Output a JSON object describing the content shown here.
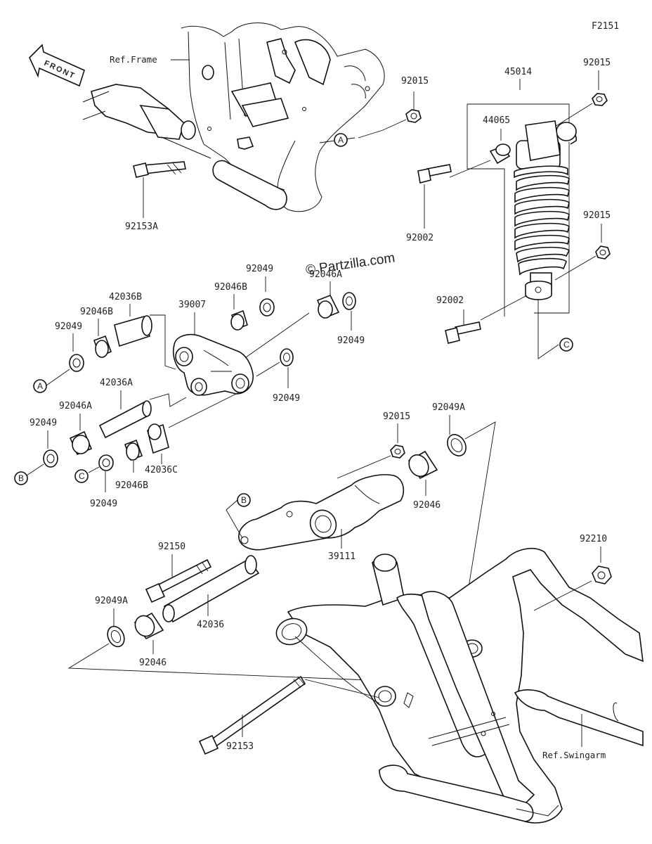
{
  "diagram": {
    "figure_code": "F2151",
    "watermark": "© Partzilla.com",
    "front_label": "FRONT",
    "refs": {
      "frame": "Ref.Frame",
      "swingarm": "Ref.Swingarm"
    },
    "circle_markers": [
      "A",
      "B",
      "C"
    ],
    "part_labels": {
      "p92015_top": "92015",
      "p45014": "45014",
      "p92015_tr": "92015",
      "p44065": "44065",
      "p92153A": "92153A",
      "p92002_a": "92002",
      "p92015_mr": "92015",
      "p92002_b": "92002",
      "p92049_top": "92049",
      "p92046A_top": "92046A",
      "p42036B": "42036B",
      "p92046B_top": "92046B",
      "p39007": "39007",
      "p92046B_l": "92046B",
      "p92049_l": "92049",
      "p92049_r": "92049",
      "p92049_mid": "92049",
      "p42036A": "42036A",
      "p92046A_l": "92046A",
      "p92049_b": "92049",
      "p42036C": "42036C",
      "p92046B_b": "92046B",
      "p92049_c": "92049",
      "p92015_m": "92015",
      "p92049A_t": "92049A",
      "p92046_r": "92046",
      "p39111": "39111",
      "p92150": "92150",
      "p92210": "92210",
      "p92049A_l": "92049A",
      "p42036": "42036",
      "p92046_l": "92046",
      "p92153": "92153"
    }
  }
}
